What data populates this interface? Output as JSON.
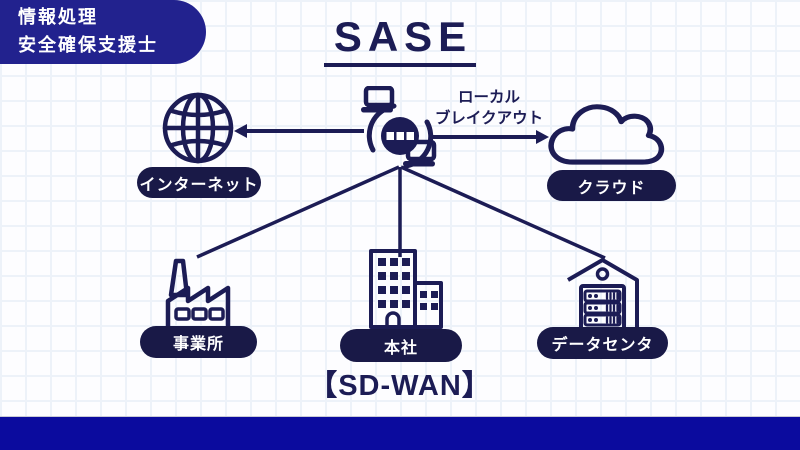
{
  "badge": {
    "line1": "情報処理",
    "line2": "安全確保支援士"
  },
  "title": "SASE",
  "nodes": {
    "internet": {
      "label": "インターネット",
      "icon": "globe-icon"
    },
    "sase_hub": {
      "label": "",
      "icon": "secure-gateway-icon"
    },
    "cloud": {
      "label": "クラウド",
      "icon": "cloud-icon"
    },
    "office": {
      "label": "事業所",
      "icon": "factory-icon"
    },
    "headquarters": {
      "label": "本社",
      "icon": "office-building-icon"
    },
    "datacenter": {
      "label": "データセンタ",
      "icon": "server-rack-icon"
    }
  },
  "annotations": {
    "local_breakout_line1": "ローカル",
    "local_breakout_line2": "ブレイクアウト",
    "sdwan": "【SD-WAN】"
  },
  "links": [
    {
      "from": "sase_hub",
      "to": "internet",
      "style": "arrow"
    },
    {
      "from": "sase_hub",
      "to": "cloud",
      "style": "arrow",
      "label": "ローカル ブレイクアウト"
    },
    {
      "from": "sase_hub",
      "to": "office",
      "style": "line"
    },
    {
      "from": "sase_hub",
      "to": "headquarters",
      "style": "line"
    },
    {
      "from": "sase_hub",
      "to": "datacenter",
      "style": "line"
    }
  ],
  "colors": {
    "ink": "#1c1c55",
    "pill_bg": "#191947",
    "badge_bg": "#22228e",
    "bottom_bar": "#0b0b9e",
    "grid_line": "#edf2f9",
    "background": "#fdfdff",
    "text_on_dark": "#ffffff"
  }
}
